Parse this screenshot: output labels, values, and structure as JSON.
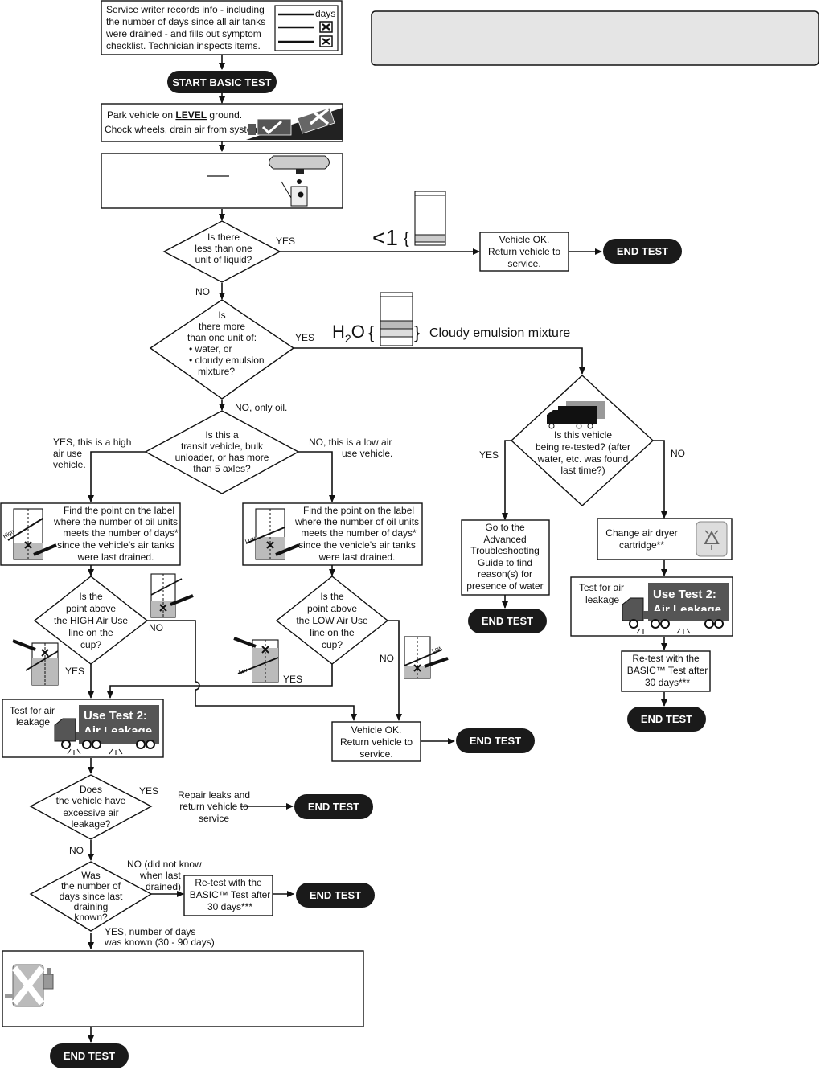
{
  "boxes": {
    "intro": [
      "Service writer records info - including",
      "the number of days since all air tanks",
      "were drained - and fills out symptom",
      "checklist. Technician inspects items."
    ],
    "intro_days": "days",
    "park_1a": "Park vehicle on ",
    "park_1b": "LEVEL",
    "park_1c": " ground.",
    "park_2": "Chock wheels, drain air from system.",
    "ok_a": [
      "Vehicle OK.",
      "Return vehicle to",
      "service."
    ],
    "ok_b": [
      "Vehicle OK.",
      "Return vehicle to",
      "service."
    ],
    "find_high": [
      "Find the point on the label",
      "where the number of oil units",
      "meets the number of days*",
      "since the vehicle's air tanks",
      "were last drained."
    ],
    "find_low": [
      "Find the point on the label",
      "where the number of oil units",
      "meets the number of days*",
      "since the vehicle's air tanks",
      "were last drained."
    ],
    "test_leak_left": [
      "Test for air",
      "leakage"
    ],
    "test_leak_right": [
      "Test for air",
      "leakage"
    ],
    "use_test2": [
      "Use Test 2:",
      "Air Leakage"
    ],
    "repair": [
      "Repair leaks and",
      "return vehicle to",
      "service"
    ],
    "retest_left": [
      "Re-test with the",
      "BASIC™ Test after",
      "30 days***"
    ],
    "retest_right": [
      "Re-test with the",
      "BASIC™ Test after",
      "30 days***"
    ],
    "change_dryer": [
      "Change air dryer",
      "cartridge**"
    ],
    "advanced": [
      "Go to the",
      "Advanced",
      "Troubleshooting",
      "Guide to find",
      "reason(s) for",
      "presence of water"
    ]
  },
  "pills": {
    "start": "START BASIC TEST",
    "end": "END TEST"
  },
  "decisions": {
    "d1": [
      "Is there",
      "less than one",
      "unit of liquid?"
    ],
    "d2": [
      "Is",
      "there more",
      "than one unit of:",
      "• water, or",
      "• cloudy emulsion",
      "mixture?"
    ],
    "d3": [
      "Is this a",
      "transit vehicle, bulk",
      "unloader, or has more",
      "than 5 axles?"
    ],
    "d4": [
      "Is the",
      "point above",
      "the HIGH Air Use",
      "line on the",
      "cup?"
    ],
    "d5": [
      "Is the",
      "point above",
      "the LOW Air Use",
      "line on the",
      "cup?"
    ],
    "d6": [
      "Is this vehicle",
      "being re-tested? (after",
      "water, etc. was found",
      "last time?)"
    ],
    "d7": [
      "Does",
      "the vehicle have",
      "excessive air",
      "leakage?"
    ],
    "d8": [
      "Was",
      "the number of",
      "days since last",
      "draining",
      "known?"
    ]
  },
  "labels": {
    "yes": "YES",
    "no": "NO",
    "no_only_oil": "NO, only oil.",
    "yes_high": [
      "YES, this is a high",
      "air use",
      "vehicle."
    ],
    "no_low": [
      "NO, this is a low air",
      "use vehicle."
    ],
    "no_not_know": [
      "NO (did not know",
      "when last",
      "drained)"
    ],
    "yes_known": [
      "YES, number of days",
      "was known (30 - 90 days)"
    ],
    "lt1": "<1",
    "h2o_h": "H",
    "h2o_2": "2",
    "h2o_o": "O",
    "cloudy": "Cloudy emulsion mixture",
    "high": "High",
    "low": "Low"
  }
}
